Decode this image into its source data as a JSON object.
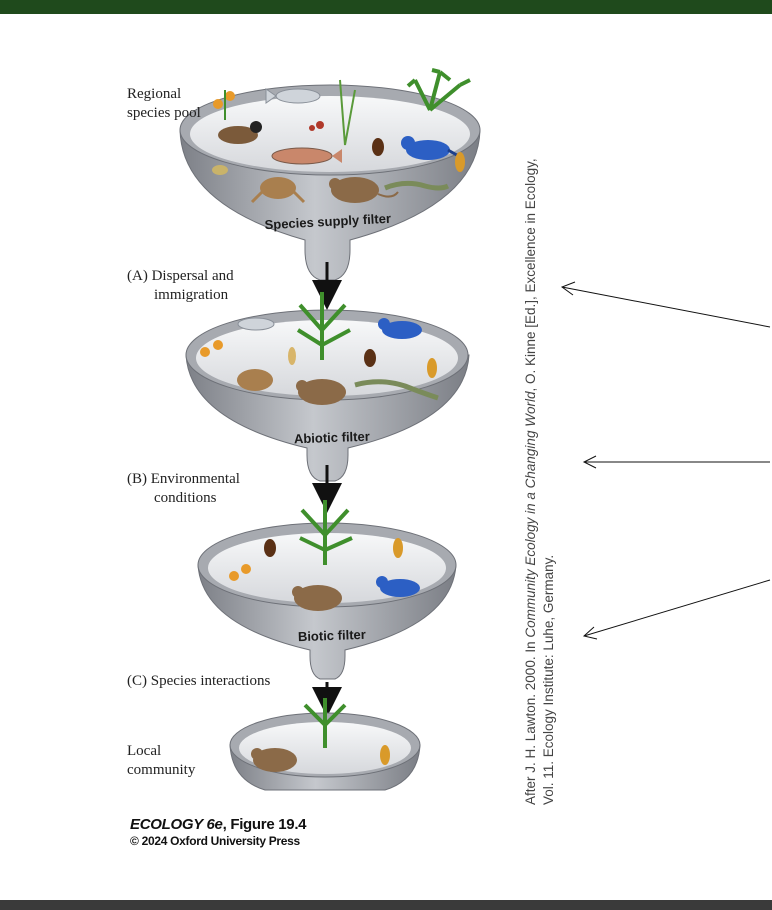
{
  "stages": {
    "regional_pool": "Regional species pool",
    "dispersal_a": "(A) Dispersal and",
    "dispersal_b": "immigration",
    "env_a": "(B) Environmental",
    "env_b": "conditions",
    "interactions": "(C) Species interactions",
    "local_community": "Local community"
  },
  "filters": {
    "species_supply": "Species supply filter",
    "abiotic": "Abiotic filter",
    "biotic": "Biotic filter"
  },
  "credit": {
    "figure_title": "ECOLOGY 6e",
    "figure_number": ", Figure 19.4",
    "copyright": "© 2024 Oxford University Press"
  },
  "source": {
    "line1_pre": "After J. H. Lawton. 2000. In ",
    "line1_book": "Community Ecology in a Changing World",
    "line1_post": ", O. Kinne [Ed.], Excellence in Ecology,",
    "line2": "Vol. 11. Ecology Institute: Luhe, Germany."
  },
  "colors": {
    "header": "#1f4a1c",
    "footer": "#3a3a3a",
    "funnel": "#9a9da3",
    "fern": "#3f8f2c",
    "bird": "#2c5fc4"
  }
}
